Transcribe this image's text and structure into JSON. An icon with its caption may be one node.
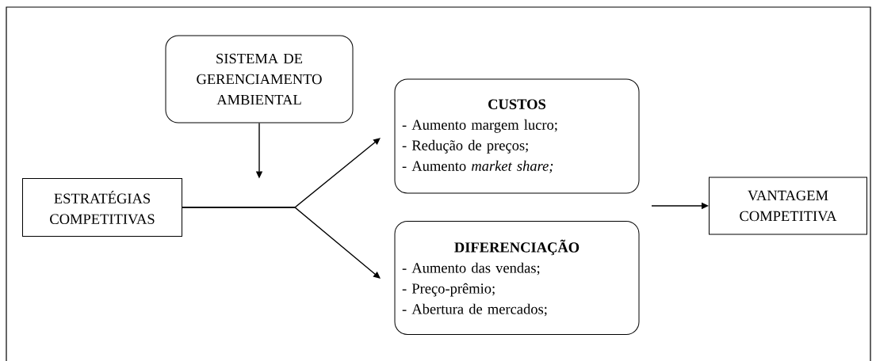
{
  "diagram": {
    "nodes": [
      {
        "text": [
          "SISTEMA DE GERENCIAMENTO AMBIENTAL"
        ]
      },
      {
        "text": [
          "ESTRATÉGIAS COMPETITIVAS"
        ]
      },
      {
        "text": [
          "CUSTOS",
          "- Aumento margem lucro;",
          "- Redução de preços;",
          "- Aumento *market share;*"
        ]
      },
      {
        "text": [
          "DIFERENCIAÇÃO",
          "- Aumento das vendas;",
          "- Preço-prêmio;",
          "- Abertura de mercados;"
        ]
      },
      {
        "text": [
          "VANTAGEM COMPETITIVA"
        ]
      }
    ],
    "edges": [
      {
        "from": 0,
        "to": null,
        "arrow": "to"
      },
      {
        "from": 1,
        "to": 2,
        "arrow": "to"
      },
      {
        "from": 1,
        "to": 3,
        "arrow": "to"
      },
      {
        "from": null,
        "to": 4,
        "arrow": "to"
      }
    ]
  }
}
